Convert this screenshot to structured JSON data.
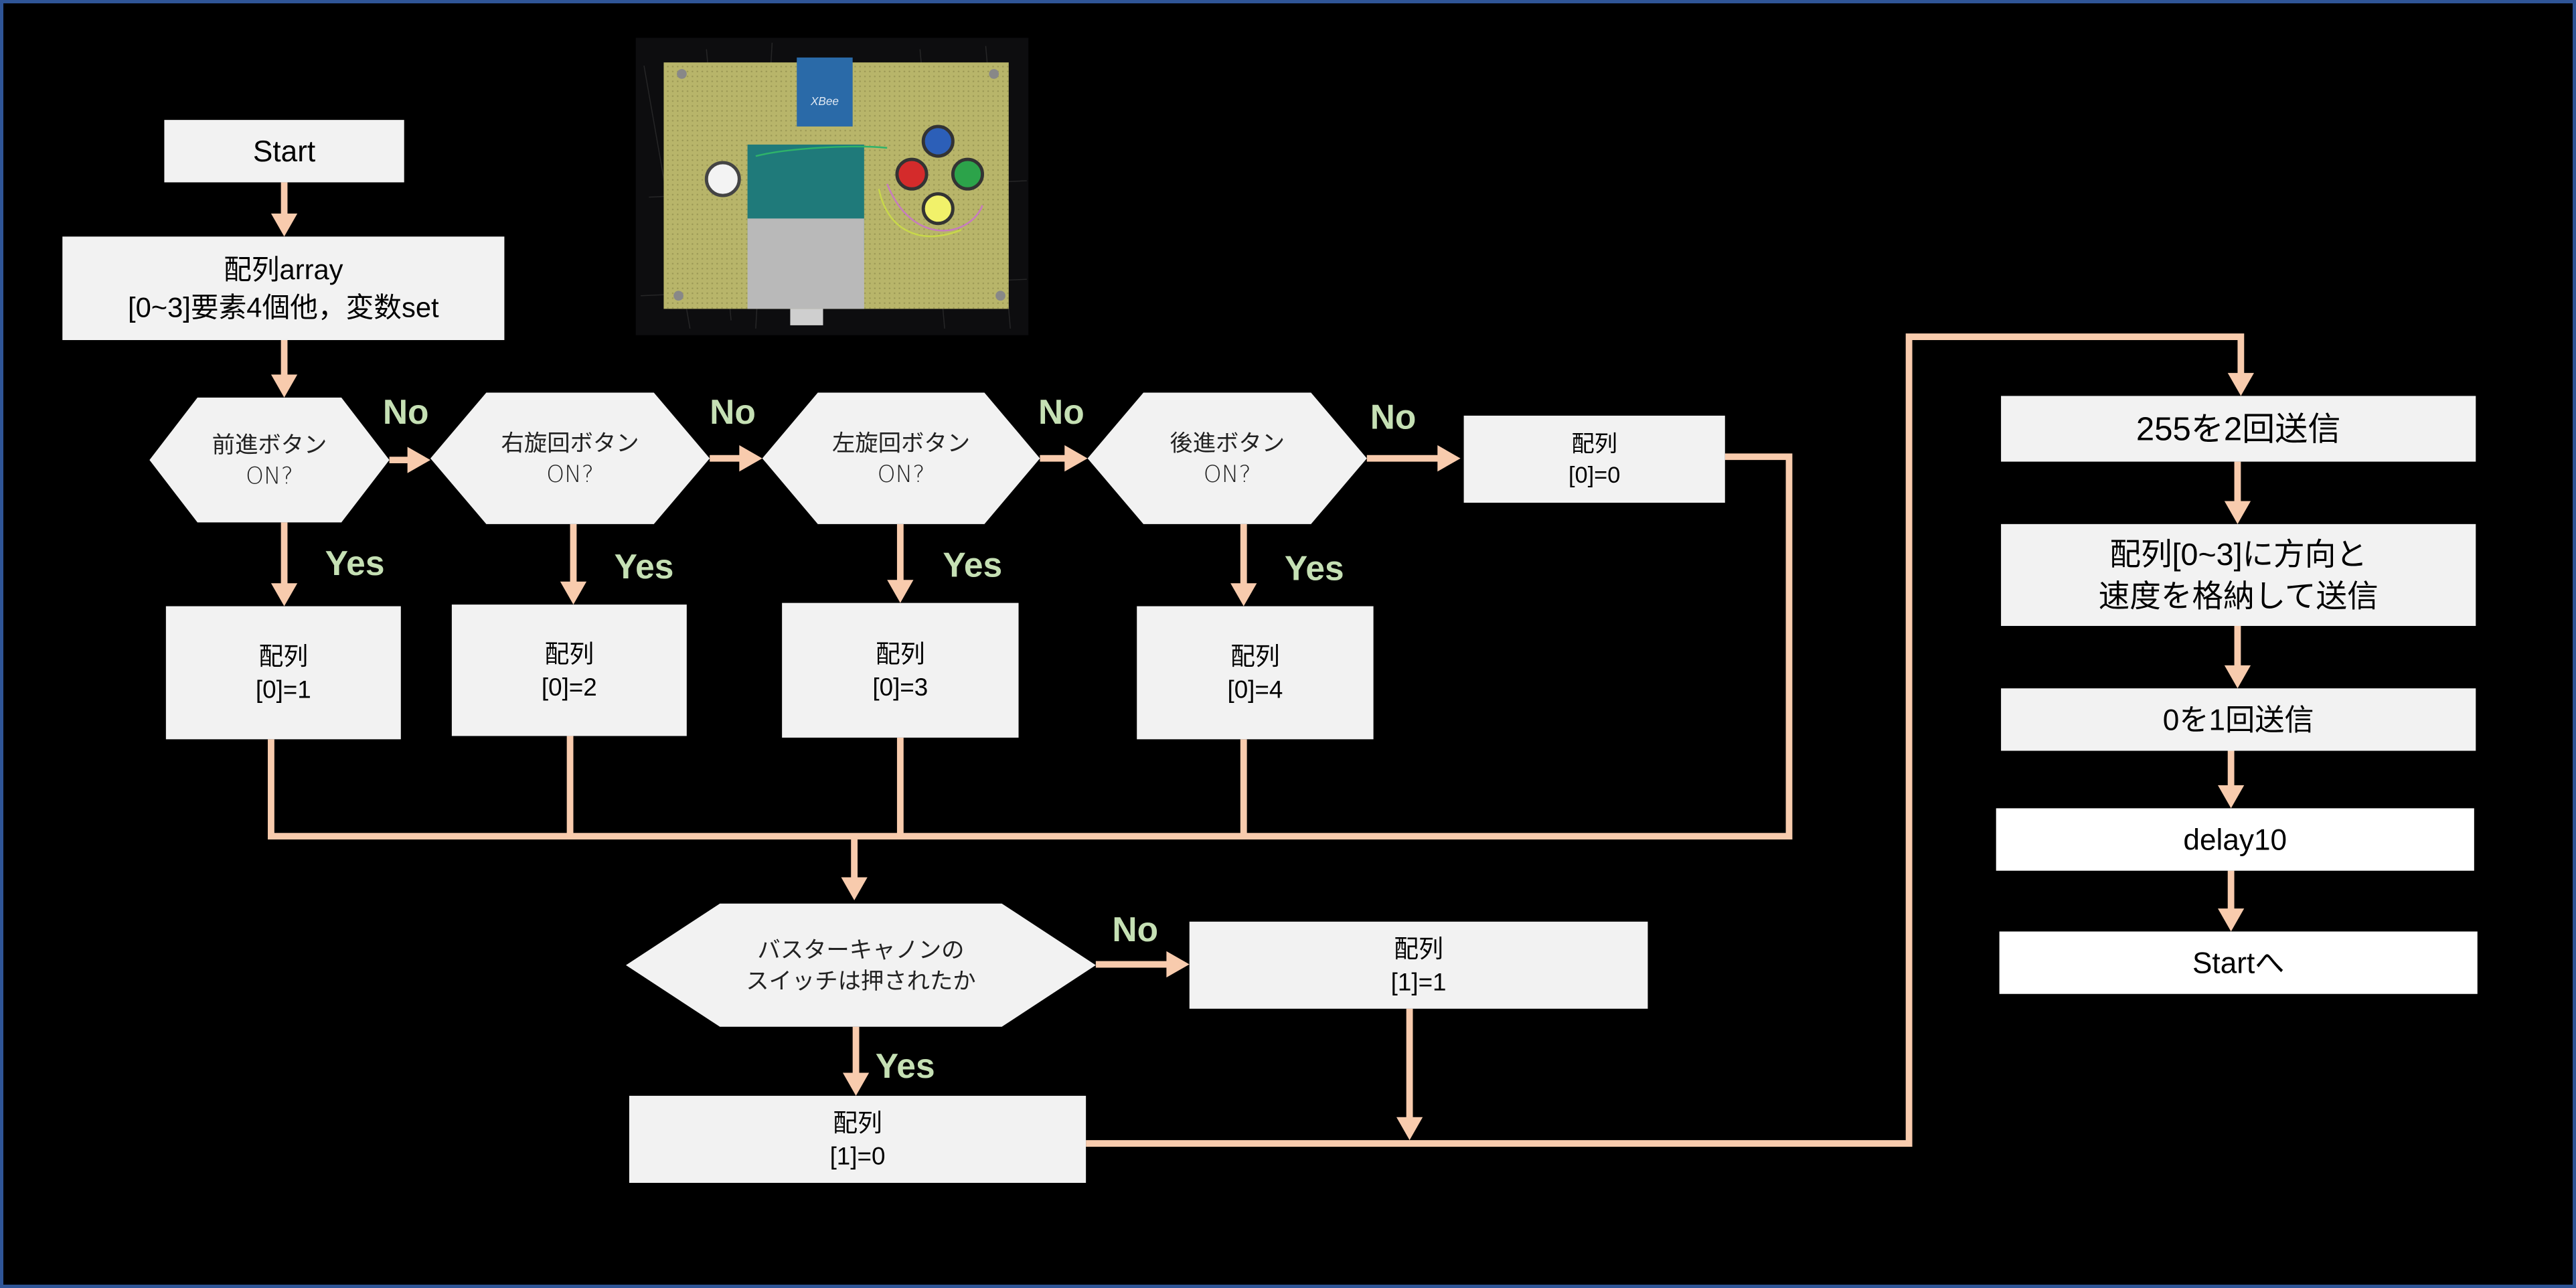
{
  "diagram": {
    "title": "Controller flowchart",
    "colors": {
      "background": "#000000",
      "border": "#2F5597",
      "node": "#F2F2F2",
      "connector": "#F8CBAD",
      "branch_label": "#C5E0B4"
    },
    "photo": {
      "description": "Controller board photo: perfboard with XBee S2C module, Arduino UNO and five push buttons (white, blue, red, green, yellow)"
    },
    "nodes": {
      "start": {
        "lines": [
          "Start"
        ]
      },
      "init": {
        "lines": [
          "配列array",
          "[0~3]要素4個他，変数set"
        ]
      },
      "d_forward": {
        "lines": [
          "前進ボタン",
          "ON?"
        ]
      },
      "d_right": {
        "lines": [
          "右旋回ボタン",
          "ON?"
        ]
      },
      "d_left": {
        "lines": [
          "左旋回ボタン",
          "ON?"
        ]
      },
      "d_back": {
        "lines": [
          "後進ボタン",
          "ON?"
        ]
      },
      "set0_1": {
        "lines": [
          "配列",
          "[0]=1"
        ]
      },
      "set0_2": {
        "lines": [
          "配列",
          "[0]=2"
        ]
      },
      "set0_3": {
        "lines": [
          "配列",
          "[0]=3"
        ]
      },
      "set0_4": {
        "lines": [
          "配列",
          "[0]=4"
        ]
      },
      "set0_0": {
        "lines": [
          "配列",
          "[0]=0"
        ]
      },
      "d_cannon": {
        "lines": [
          "バスターキャノンの",
          "スイッチは押されたか"
        ]
      },
      "set1_1": {
        "lines": [
          "配列",
          "[1]=1"
        ]
      },
      "set1_0": {
        "lines": [
          "配列",
          "[1]=0"
        ]
      },
      "send255": {
        "lines": [
          "255を2回送信"
        ]
      },
      "send_array": {
        "lines": [
          "配列[0~3]に方向と",
          "速度を格納して送信"
        ]
      },
      "send0": {
        "lines": [
          "0を1回送信"
        ]
      },
      "delay": {
        "lines": [
          "delay10"
        ]
      },
      "goto_start": {
        "lines": [
          "Startへ"
        ]
      }
    },
    "branch_labels": {
      "yes": "Yes",
      "no": "No"
    }
  }
}
